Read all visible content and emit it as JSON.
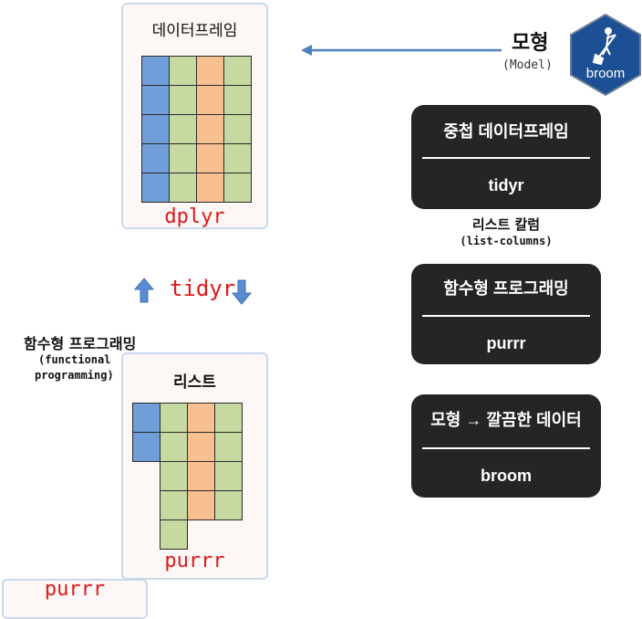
{
  "dataframe_card": {
    "title": "데이터프레임",
    "caption": "dplyr"
  },
  "middle": {
    "label": "tidyr"
  },
  "functional": {
    "title": "함수형 프로그래밍",
    "subtitle_line1": "(functional",
    "subtitle_line2": "programming)"
  },
  "list_card": {
    "title": "리스트",
    "caption": "purrr"
  },
  "bottom_partial": {
    "caption": "purrr"
  },
  "model": {
    "title": "모형",
    "subtitle": "(Model)",
    "hex_label": "broom"
  },
  "pills": [
    {
      "title": "중첩 데이터프레임",
      "sub": "tidyr"
    },
    {
      "title": "함수형 프로그래밍",
      "sub": "purrr"
    },
    {
      "title": "모형 → 깔끔한 데이터",
      "sub": "broom"
    }
  ],
  "list_columns": {
    "title": "리스트 칼럼",
    "subtitle": "(list-columns)"
  },
  "colors": {
    "blue": "#6f9ed8",
    "green": "#c5d9a0",
    "orange": "#f8c090",
    "red": "#e01818",
    "arrow": "#4f7fbf",
    "hex": "#1c4f94",
    "pill": "#252525"
  }
}
